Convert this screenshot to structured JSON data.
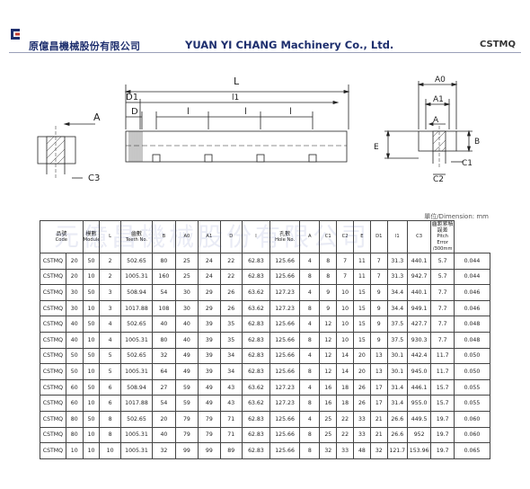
{
  "header": {
    "company_cn": "原億昌機械股份有限公司",
    "company_en": "YUAN YI CHANG Machinery Co., Ltd.",
    "series_code": "CSTMQ"
  },
  "drawing": {
    "labels": {
      "L": "L",
      "l1": "l1",
      "D1": "D1",
      "D": "D",
      "l": "l",
      "A_left": "A",
      "C3": "C3",
      "A0": "A0",
      "A1": "A1",
      "A_right": "A",
      "E": "E",
      "B": "B",
      "C1": "C1",
      "C2": "C2"
    }
  },
  "table": {
    "dimension_note": "單位/Dimension: mm",
    "watermark": "元億昌機械股份有限公司",
    "headers": [
      {
        "cn": "品號",
        "en": "Code"
      },
      {
        "cn": "",
        "en": ""
      },
      {
        "cn": "模數",
        "en": "Module"
      },
      {
        "cn": "",
        "en": "L"
      },
      {
        "cn": "齒數",
        "en": "Teeth No."
      },
      {
        "cn": "",
        "en": "B"
      },
      {
        "cn": "",
        "en": "A0"
      },
      {
        "cn": "",
        "en": "A1"
      },
      {
        "cn": "",
        "en": "D"
      },
      {
        "cn": "",
        "en": "l"
      },
      {
        "cn": "孔數",
        "en": "Hole No."
      },
      {
        "cn": "",
        "en": "A"
      },
      {
        "cn": "",
        "en": "C1"
      },
      {
        "cn": "",
        "en": "C2"
      },
      {
        "cn": "",
        "en": "E"
      },
      {
        "cn": "",
        "en": "D1"
      },
      {
        "cn": "",
        "en": "l1"
      },
      {
        "cn": "",
        "en": "C3"
      },
      {
        "cn": "齒距累積誤差",
        "en": "Pitch Error /300mm"
      }
    ],
    "rows": [
      [
        "CSTMQ",
        "20",
        "50",
        "2",
        "502.65",
        "80",
        "25",
        "24",
        "22",
        "62.83",
        "125.66",
        "4",
        "8",
        "7",
        "11",
        "7",
        "31.3",
        "440.1",
        "5.7",
        "0.044"
      ],
      [
        "CSTMQ",
        "20",
        "10",
        "2",
        "1005.31",
        "160",
        "25",
        "24",
        "22",
        "62.83",
        "125.66",
        "8",
        "8",
        "7",
        "11",
        "7",
        "31.3",
        "942.7",
        "5.7",
        "0.044"
      ],
      [
        "CSTMQ",
        "30",
        "50",
        "3",
        "508.94",
        "54",
        "30",
        "29",
        "26",
        "63.62",
        "127.23",
        "4",
        "9",
        "10",
        "15",
        "9",
        "34.4",
        "440.1",
        "7.7",
        "0.046"
      ],
      [
        "CSTMQ",
        "30",
        "10",
        "3",
        "1017.88",
        "108",
        "30",
        "29",
        "26",
        "63.62",
        "127.23",
        "8",
        "9",
        "10",
        "15",
        "9",
        "34.4",
        "949.1",
        "7.7",
        "0.046"
      ],
      [
        "CSTMQ",
        "40",
        "50",
        "4",
        "502.65",
        "40",
        "40",
        "39",
        "35",
        "62.83",
        "125.66",
        "4",
        "12",
        "10",
        "15",
        "9",
        "37.5",
        "427.7",
        "7.7",
        "0.048"
      ],
      [
        "CSTMQ",
        "40",
        "10",
        "4",
        "1005.31",
        "80",
        "40",
        "39",
        "35",
        "62.83",
        "125.66",
        "8",
        "12",
        "10",
        "15",
        "9",
        "37.5",
        "930.3",
        "7.7",
        "0.048"
      ],
      [
        "CSTMQ",
        "50",
        "50",
        "5",
        "502.65",
        "32",
        "49",
        "39",
        "34",
        "62.83",
        "125.66",
        "4",
        "12",
        "14",
        "20",
        "13",
        "30.1",
        "442.4",
        "11.7",
        "0.050"
      ],
      [
        "CSTMQ",
        "50",
        "10",
        "5",
        "1005.31",
        "64",
        "49",
        "39",
        "34",
        "62.83",
        "125.66",
        "8",
        "12",
        "14",
        "20",
        "13",
        "30.1",
        "945.0",
        "11.7",
        "0.050"
      ],
      [
        "CSTMQ",
        "60",
        "50",
        "6",
        "508.94",
        "27",
        "59",
        "49",
        "43",
        "63.62",
        "127.23",
        "4",
        "16",
        "18",
        "26",
        "17",
        "31.4",
        "446.1",
        "15.7",
        "0.055"
      ],
      [
        "CSTMQ",
        "60",
        "10",
        "6",
        "1017.88",
        "54",
        "59",
        "49",
        "43",
        "63.62",
        "127.23",
        "8",
        "16",
        "18",
        "26",
        "17",
        "31.4",
        "955.0",
        "15.7",
        "0.055"
      ],
      [
        "CSTMQ",
        "80",
        "50",
        "8",
        "502.65",
        "20",
        "79",
        "79",
        "71",
        "62.83",
        "125.66",
        "4",
        "25",
        "22",
        "33",
        "21",
        "26.6",
        "449.5",
        "19.7",
        "0.060"
      ],
      [
        "CSTMQ",
        "80",
        "10",
        "8",
        "1005.31",
        "40",
        "79",
        "79",
        "71",
        "62.83",
        "125.66",
        "8",
        "25",
        "22",
        "33",
        "21",
        "26.6",
        "952",
        "19.7",
        "0.060"
      ],
      [
        "CSTMQ",
        "10",
        "10",
        "10",
        "1005.31",
        "32",
        "99",
        "99",
        "89",
        "62.83",
        "125.66",
        "8",
        "32",
        "33",
        "48",
        "32",
        "121.7",
        "153.96",
        "19.7",
        "0.065"
      ]
    ]
  }
}
